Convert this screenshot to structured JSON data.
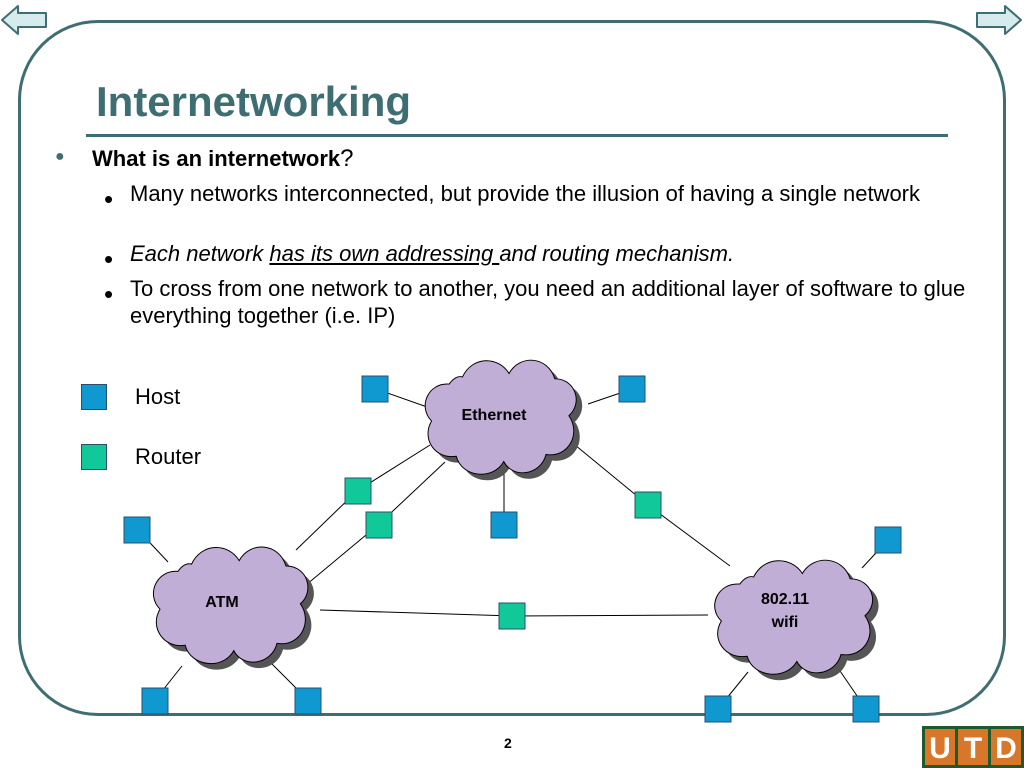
{
  "slide": {
    "title": "Internetworking",
    "page_number": "2"
  },
  "bullets": {
    "main": {
      "text": "What is an internetwork",
      "suffix": "?"
    },
    "sub1": "Many networks interconnected, but provide the illusion of having a single network",
    "sub2": {
      "prefix": "Each network ",
      "underlined": "has its own addressing ",
      "suffix": "and routing mechanism."
    },
    "sub3": "To cross from one network to another, you need an additional layer of software to glue everything together (i.e. IP)"
  },
  "legend": {
    "host_label": "Host",
    "router_label": "Router"
  },
  "diagram": {
    "clouds": {
      "ethernet": "Ethernet",
      "atm": "ATM",
      "wifi_line1": "802.11",
      "wifi_line2": "wifi"
    }
  },
  "logo": {
    "letters": [
      "U",
      "T",
      "D"
    ]
  },
  "colors": {
    "accent": "#3f6e72",
    "host": "#1098d0",
    "router": "#10c898",
    "cloud": "#c0aed6",
    "logo_orange": "#d8762a",
    "logo_green": "#1e5a2e"
  },
  "icons": {
    "nav_prev": "left-arrow-icon",
    "nav_next": "right-arrow-icon"
  }
}
